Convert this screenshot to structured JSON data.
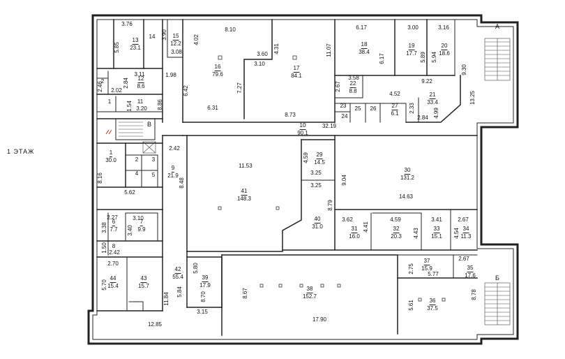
{
  "floor_label": "1  ЭТАЖ",
  "colors": {
    "wall": "#222222",
    "wall_fill": "#e8e8e8",
    "line": "#333333",
    "accent": "#c0392b"
  },
  "stairs": [
    "А",
    "Б",
    "В"
  ],
  "rooms": [
    {
      "num": "13",
      "area": "23.1"
    },
    {
      "num": "14",
      "area": ""
    },
    {
      "num": "15",
      "area": "12.2"
    },
    {
      "num": "16",
      "area": "79.6"
    },
    {
      "num": "17",
      "area": "84.1"
    },
    {
      "num": "18",
      "area": "38.4"
    },
    {
      "num": "19",
      "area": "17.7"
    },
    {
      "num": "20",
      "area": "18.6"
    },
    {
      "num": "2",
      "area": ""
    },
    {
      "num": "12",
      "area": "8.6"
    },
    {
      "num": "1",
      "area": ""
    },
    {
      "num": "11",
      "area": ""
    },
    {
      "num": "22",
      "area": "8.8"
    },
    {
      "num": "21",
      "area": "33.4"
    },
    {
      "num": "23",
      "area": ""
    },
    {
      "num": "25",
      "area": ""
    },
    {
      "num": "26",
      "area": ""
    },
    {
      "num": "27",
      "area": "6.1"
    },
    {
      "num": "24",
      "area": ""
    },
    {
      "num": "10",
      "area": "90.1"
    },
    {
      "num": "1",
      "area": "30.0"
    },
    {
      "num": "9",
      "area": "21.9"
    },
    {
      "num": "41",
      "area": "148.3"
    },
    {
      "num": "29",
      "area": "14.5"
    },
    {
      "num": "30",
      "area": "131.2"
    },
    {
      "num": "40",
      "area": "31.0"
    },
    {
      "num": "31",
      "area": "16.0"
    },
    {
      "num": "32",
      "area": "20.3"
    },
    {
      "num": "33",
      "area": "15.1"
    },
    {
      "num": "34",
      "area": "11.3"
    },
    {
      "num": "6",
      "area": "7.7"
    },
    {
      "num": "7",
      "area": "9.9"
    },
    {
      "num": "8",
      "area": ""
    },
    {
      "num": "42",
      "area": "55.4"
    },
    {
      "num": "39",
      "area": "17.9"
    },
    {
      "num": "38",
      "area": "152.7"
    },
    {
      "num": "37",
      "area": "15.9"
    },
    {
      "num": "35",
      "area": "17.6"
    },
    {
      "num": "36",
      "area": "37.5"
    },
    {
      "num": "44",
      "area": "15.4"
    },
    {
      "num": "43",
      "area": "15.7"
    },
    {
      "num": "2",
      "area": ""
    },
    {
      "num": "3",
      "area": ""
    },
    {
      "num": "4",
      "area": ""
    },
    {
      "num": "5",
      "area": ""
    }
  ],
  "dimensions": [
    "3.76",
    "5.85",
    "3.90",
    "4.02",
    "8.10",
    "3.08",
    "3.60",
    "4.31",
    "3.10",
    "11.07",
    "6.17",
    "3.00",
    "3.16",
    "6.17",
    "5.89",
    "5.94",
    "9.30",
    "2.46",
    "2.02",
    "3.11",
    "2.84",
    "1.98",
    "6.42",
    "7.27",
    "6.31",
    "3.58",
    "2.67",
    "4.52",
    "9.22",
    "1.54",
    "3.20",
    "8.86",
    "8.73",
    "2.33",
    "4.99",
    "2.84",
    "13.25",
    "32.19",
    "2.42",
    "11.53",
    "4.59",
    "3.25",
    "3.25",
    "9.04",
    "8.16",
    "5.62",
    "8.48",
    "8.79",
    "14.63",
    "3.62",
    "4.41",
    "4.59",
    "3.41",
    "2.67",
    "4.43",
    "4.54",
    "2.27",
    "3.38",
    "3.10",
    "3.40",
    "1.50",
    "2.42",
    "2.70",
    "5.80",
    "2.75",
    "5.77",
    "2.67",
    "5.70",
    "11.84",
    "5.84",
    "8.70",
    "8.67",
    "5.61",
    "8.78",
    "3.15",
    "17.90",
    "12.85"
  ]
}
